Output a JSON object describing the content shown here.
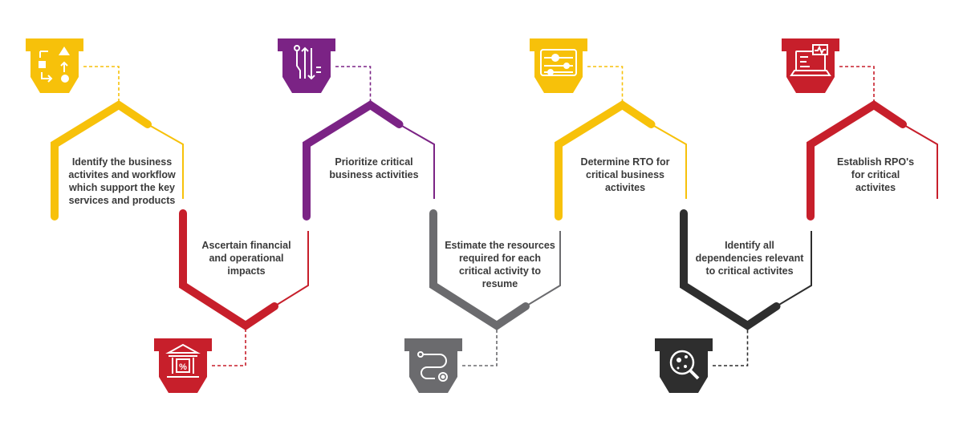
{
  "colors": {
    "yellow": "#F7C10A",
    "purple": "#7B2385",
    "red": "#C71F2B",
    "gray": "#6B6B6E",
    "black": "#2E2E2E",
    "icon_white": "#FFFFFF"
  },
  "steps": [
    {
      "label": "Identify the business\nactivites and workflow\nwhich support the key\nservices and products",
      "color": "yellow",
      "icon": "workflow-shapes-icon"
    },
    {
      "label": "Ascertain financial\nand operational\nimpacts",
      "color": "red",
      "icon": "bank-percent-icon"
    },
    {
      "label": "Prioritize critical\nbusiness activities",
      "color": "purple",
      "icon": "sort-arrows-icon"
    },
    {
      "label": "Estimate the resources\nrequired for each\ncritical activity to\nresume",
      "color": "gray",
      "icon": "route-target-icon"
    },
    {
      "label": "Determine RTO for\ncritical business\nactivites",
      "color": "yellow",
      "icon": "settings-sliders-icon"
    },
    {
      "label": "Identify all\ndependencies relevant\nto critical activites",
      "color": "black",
      "icon": "magnifier-network-icon"
    },
    {
      "label": "Establish RPO's\nfor critical\nactivites",
      "color": "red",
      "icon": "laptop-dashboard-icon"
    }
  ]
}
